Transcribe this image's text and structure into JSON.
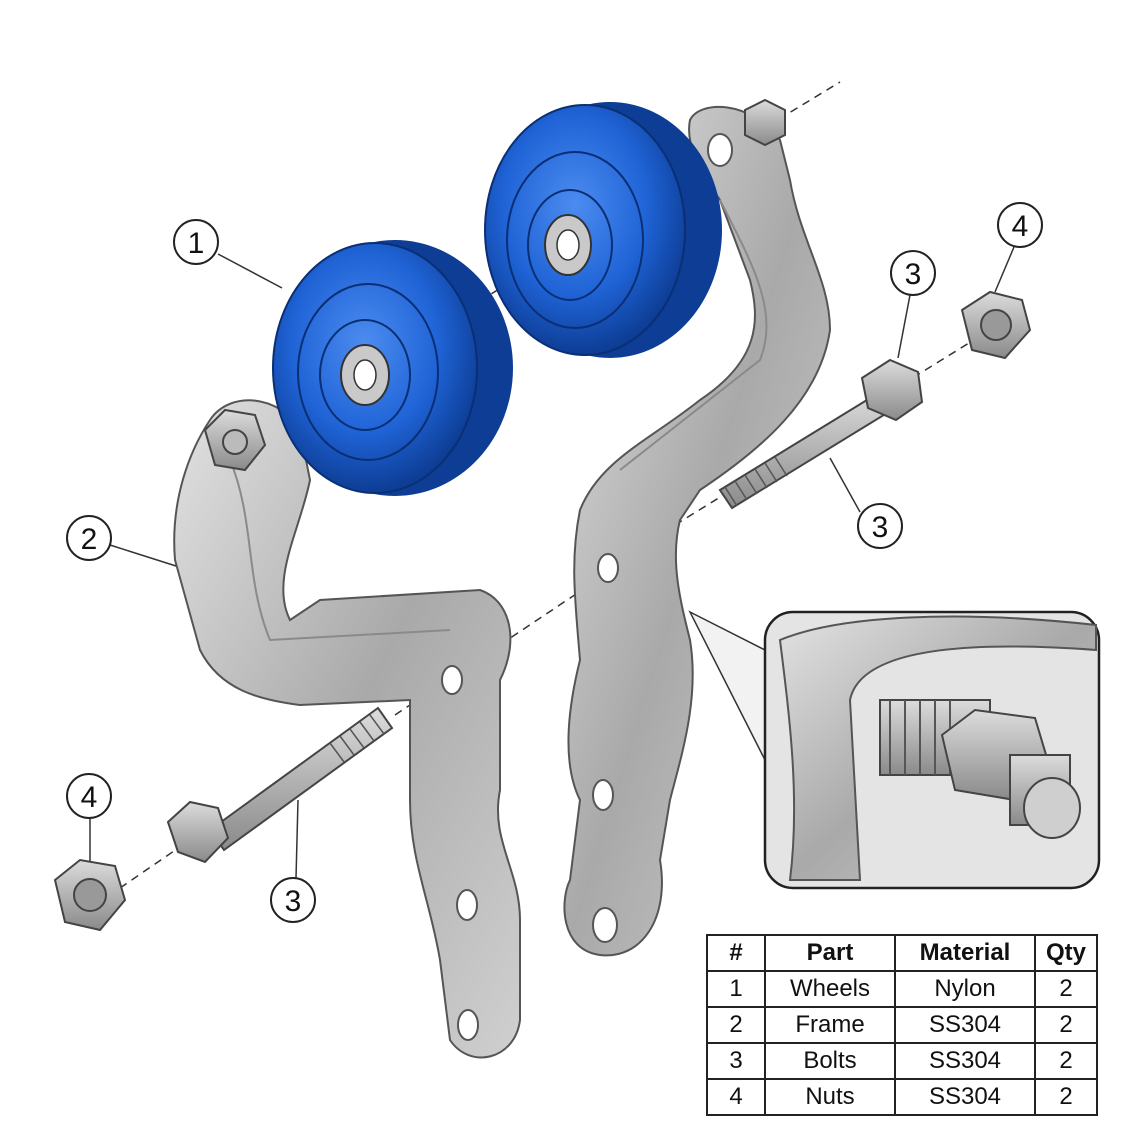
{
  "callouts": [
    {
      "id": "c1a",
      "label": "1"
    },
    {
      "id": "c2",
      "label": "2"
    },
    {
      "id": "c3a",
      "label": "3"
    },
    {
      "id": "c3b",
      "label": "3"
    },
    {
      "id": "c3c",
      "label": "3"
    },
    {
      "id": "c4a",
      "label": "4"
    },
    {
      "id": "c4b",
      "label": "4"
    }
  ],
  "bom": {
    "headers": [
      "#",
      "Part",
      "Material",
      "Qty"
    ],
    "rows": [
      [
        "1",
        "Wheels",
        "Nylon",
        "2"
      ],
      [
        "2",
        "Frame",
        "SS304",
        "2"
      ],
      [
        "3",
        "Bolts",
        "SS304",
        "2"
      ],
      [
        "4",
        "Nuts",
        "SS304",
        "2"
      ]
    ]
  },
  "colors": {
    "wheel": "#1f63d6",
    "wheel_dark": "#0d3d94",
    "metal": "#b9b9b9",
    "metal_dark": "#6e6e6e",
    "line": "#333333"
  }
}
